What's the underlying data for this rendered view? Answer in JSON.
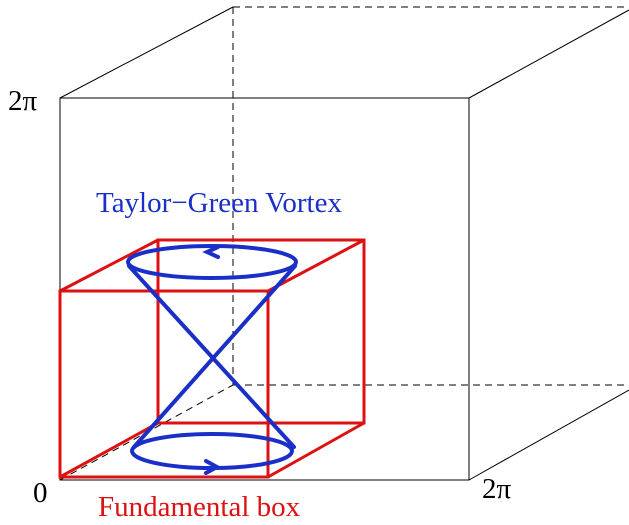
{
  "labels": {
    "y_max": "2π",
    "origin": "0",
    "x_max": "2π",
    "vortex": "Taylor−Green Vortex",
    "fundamental_box": "Fundamental box"
  },
  "colors": {
    "outer_box": "#000000",
    "fundamental_box": "#dd1111",
    "vortex": "#1a2fc8",
    "background": "#ffffff"
  }
}
